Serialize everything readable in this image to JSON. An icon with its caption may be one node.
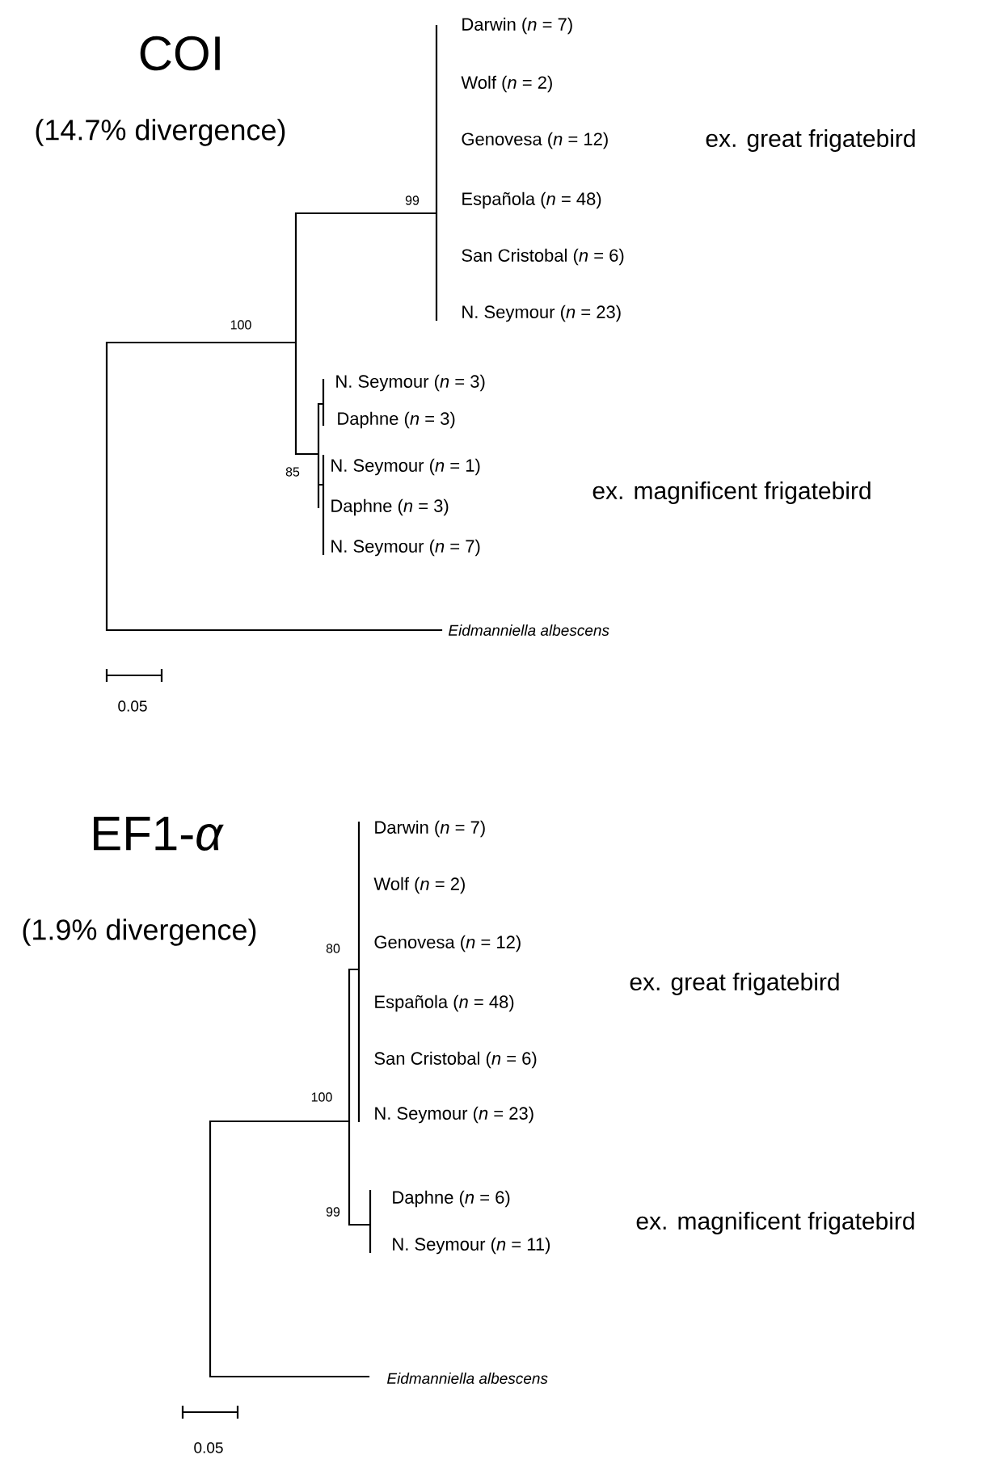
{
  "diagram": {
    "labels": [
      "COI",
      "(14.7% divergence)",
      "Darwin (*n* = 7)",
      "Wolf (*n* = 2)",
      "Genovesa (*n* = 12)",
      "Española (*n* = 48)",
      "San Cristobal (*n* = 6)",
      "N. Seymour (*n* = 23)",
      "ex. great frigatebird",
      "99",
      "100",
      "N. Seymour (*n* = 3)",
      "Daphne (*n* = 3)",
      "N. Seymour (*n* = 1)",
      "Daphne (*n* = 3)",
      "N. Seymour (*n* = 7)",
      "85",
      "ex. magnificent frigatebird",
      "Eidmanniella albescens",
      "0.05",
      "EF1-*α*",
      "(1.9% divergence)",
      "Darwin (*n* = 7)",
      "Wolf (*n* = 2)",
      "Genovesa (*n* = 12)",
      "Española (*n* = 48)",
      "San Cristobal (*n* = 6)",
      "N. Seymour (*n* = 23)",
      "80",
      "ex. great frigatebird",
      "100",
      "99",
      "Daphne (*n* = 6)",
      "N. Seymour (*n* = 11)",
      "ex. magnificent frigatebird",
      "Eidmanniella albescens",
      "0.05"
    ]
  }
}
